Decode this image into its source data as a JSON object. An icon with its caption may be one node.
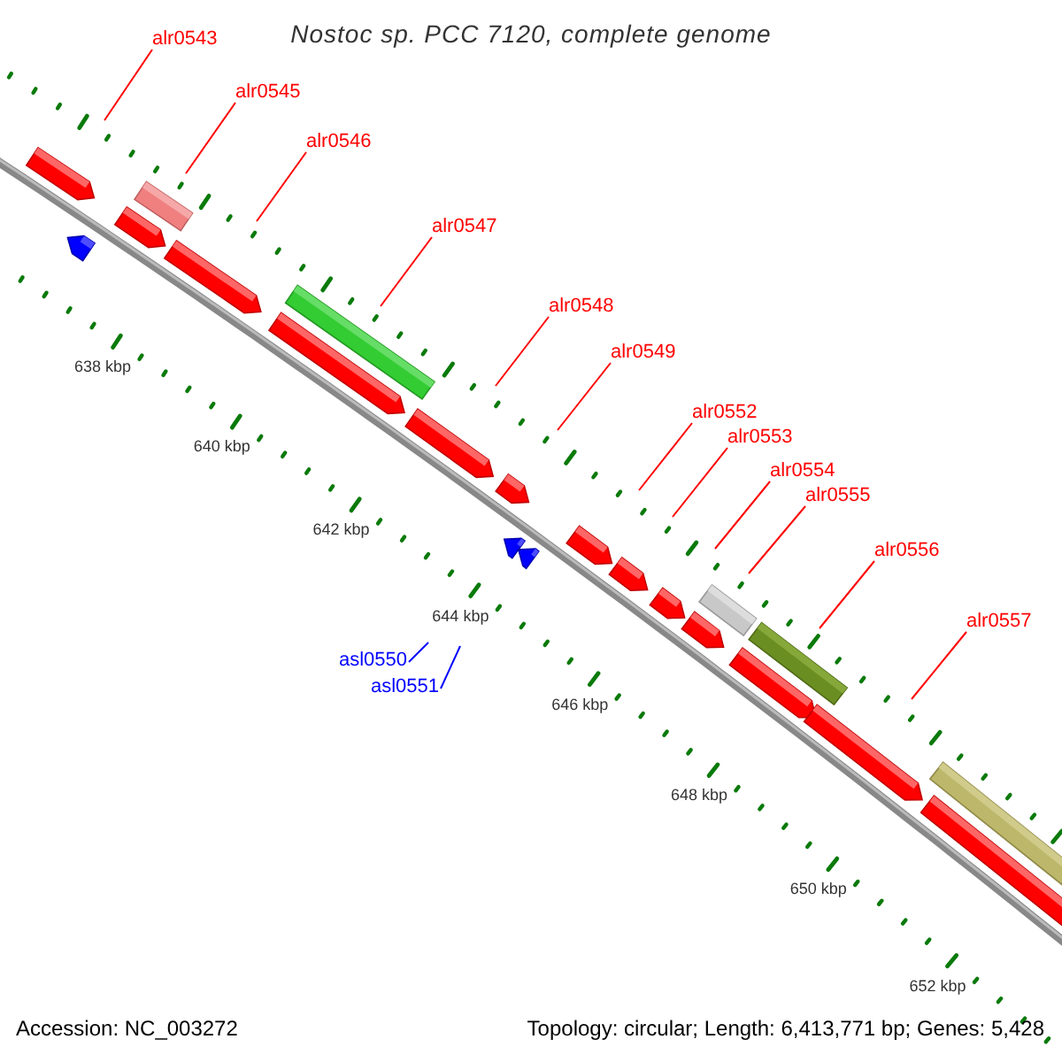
{
  "diagram": {
    "title": "Nostoc sp. PCC 7120, complete genome",
    "nodes": [
      {
        "text": [
          "alr0543"
        ]
      },
      {
        "text": [
          "alr0545"
        ]
      },
      {
        "text": [
          "alr0546"
        ]
      },
      {
        "text": [
          "alr0547"
        ]
      },
      {
        "text": [
          "alr0548"
        ]
      },
      {
        "text": [
          "alr0549"
        ]
      },
      {
        "text": [
          "alr0552"
        ]
      },
      {
        "text": [
          "alr0553"
        ]
      },
      {
        "text": [
          "alr0554"
        ]
      },
      {
        "text": [
          "alr0555"
        ]
      },
      {
        "text": [
          "alr0556"
        ]
      },
      {
        "text": [
          "alr0557"
        ]
      },
      {
        "text": [
          "asl0550"
        ]
      },
      {
        "text": [
          "asl0551"
        ]
      }
    ],
    "edges": [
      {
        "from": 0,
        "to": null,
        "arrow": "none"
      },
      {
        "from": 1,
        "to": null,
        "arrow": "none"
      },
      {
        "from": 2,
        "to": null,
        "arrow": "none"
      },
      {
        "from": 3,
        "to": null,
        "arrow": "none"
      },
      {
        "from": 4,
        "to": null,
        "arrow": "none"
      },
      {
        "from": 5,
        "to": null,
        "arrow": "none"
      },
      {
        "from": 6,
        "to": null,
        "arrow": "none"
      },
      {
        "from": 7,
        "to": null,
        "arrow": "none"
      },
      {
        "from": 8,
        "to": null,
        "arrow": "none"
      },
      {
        "from": 9,
        "to": null,
        "arrow": "none"
      },
      {
        "from": 10,
        "to": null,
        "arrow": "none"
      },
      {
        "from": 11,
        "to": null,
        "arrow": "none"
      },
      {
        "from": 12,
        "to": null,
        "arrow": "none",
        "color": "#0000ff"
      },
      {
        "from": 13,
        "to": null,
        "arrow": "none",
        "color": "#0000ff"
      }
    ],
    "labels": [
      "638 kbp",
      "640 kbp",
      "642 kbp",
      "644 kbp",
      "646 kbp",
      "648 kbp",
      "650 kbp",
      "652 kbp",
      "Accession: NC_003272",
      "Topology: circular; Length: 6,413,771 bp; Genes: 5,428"
    ]
  }
}
